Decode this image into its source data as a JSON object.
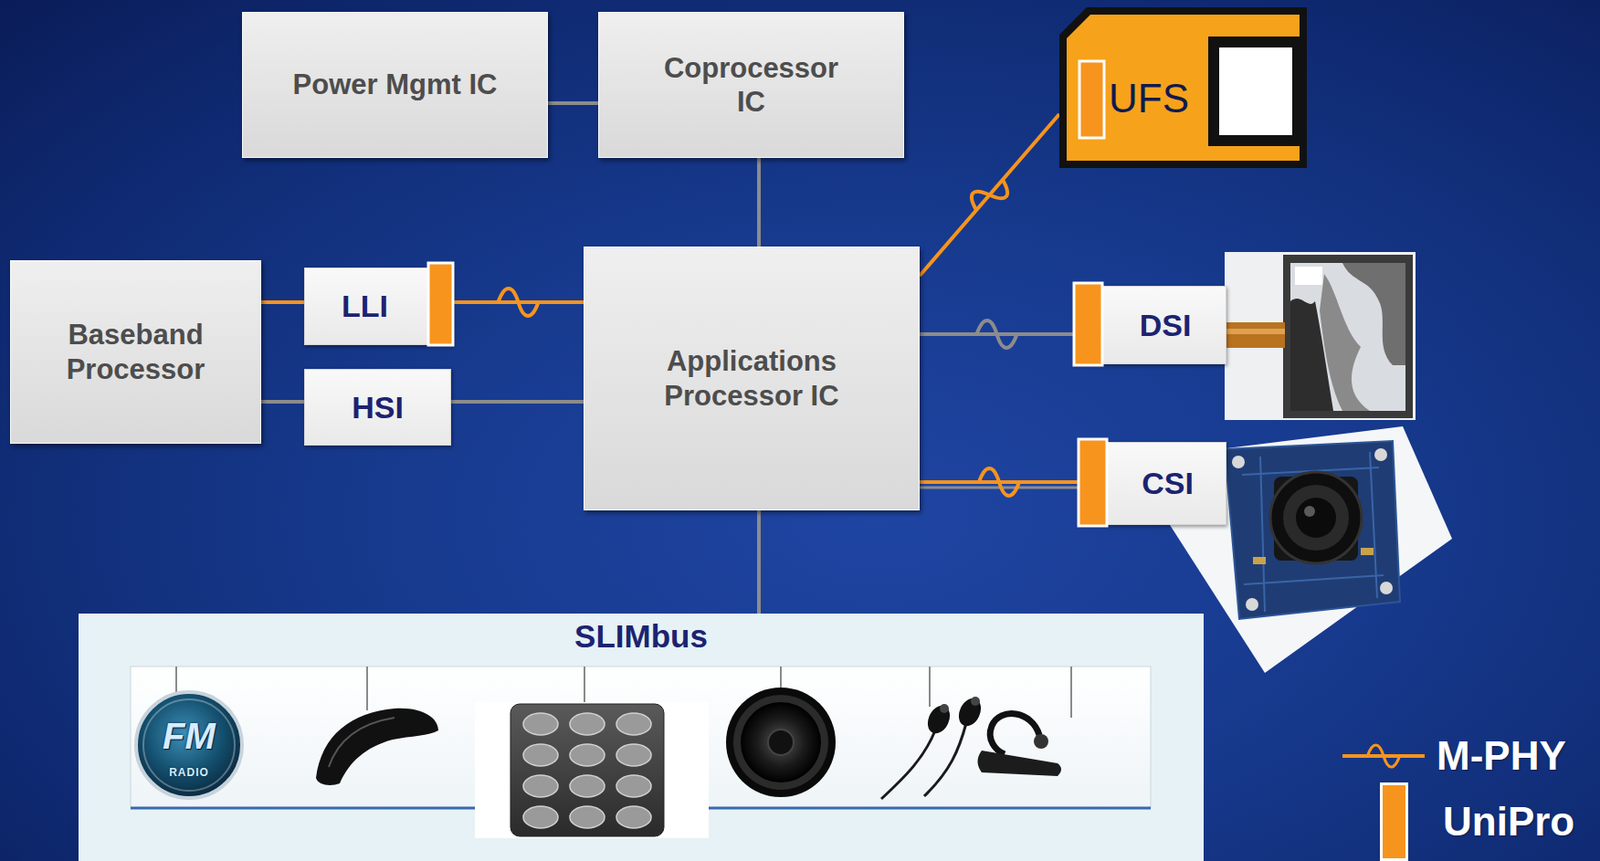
{
  "diagram": {
    "nodes": [
      {
        "text": [
          "Power Mgmt IC"
        ]
      },
      {
        "text": [
          "Coprocessor IC"
        ]
      },
      {
        "text": [
          "UFS"
        ]
      },
      {
        "text": [
          "Baseband Processor"
        ]
      },
      {
        "text": [
          "LLI"
        ]
      },
      {
        "text": [
          "HSI"
        ]
      },
      {
        "text": [
          "Applications Processor IC"
        ]
      },
      {
        "text": [
          "DSI"
        ]
      },
      {
        "text": [
          "CSI"
        ]
      },
      {
        "text": [
          "SLIMbus"
        ]
      }
    ],
    "edges": [
      {
        "from": 0,
        "to": 1,
        "arrow": "none"
      },
      {
        "from": 1,
        "to": 6,
        "arrow": "none"
      },
      {
        "from": 3,
        "to": 4,
        "arrow": "none"
      },
      {
        "from": 4,
        "to": 6,
        "arrow": "none"
      },
      {
        "from": 3,
        "to": 5,
        "arrow": "none"
      },
      {
        "from": 5,
        "to": 6,
        "arrow": "none"
      },
      {
        "from": 6,
        "to": 2,
        "arrow": "none"
      },
      {
        "from": 6,
        "to": 7,
        "arrow": "none"
      },
      {
        "from": 6,
        "to": 8,
        "arrow": "none"
      },
      {
        "from": 6,
        "to": 9,
        "arrow": "none"
      }
    ],
    "labels": [
      "FM",
      "RADIO"
    ],
    "legend": [
      {
        "text": "M-PHY"
      },
      {
        "text": "UniPro"
      }
    ]
  }
}
